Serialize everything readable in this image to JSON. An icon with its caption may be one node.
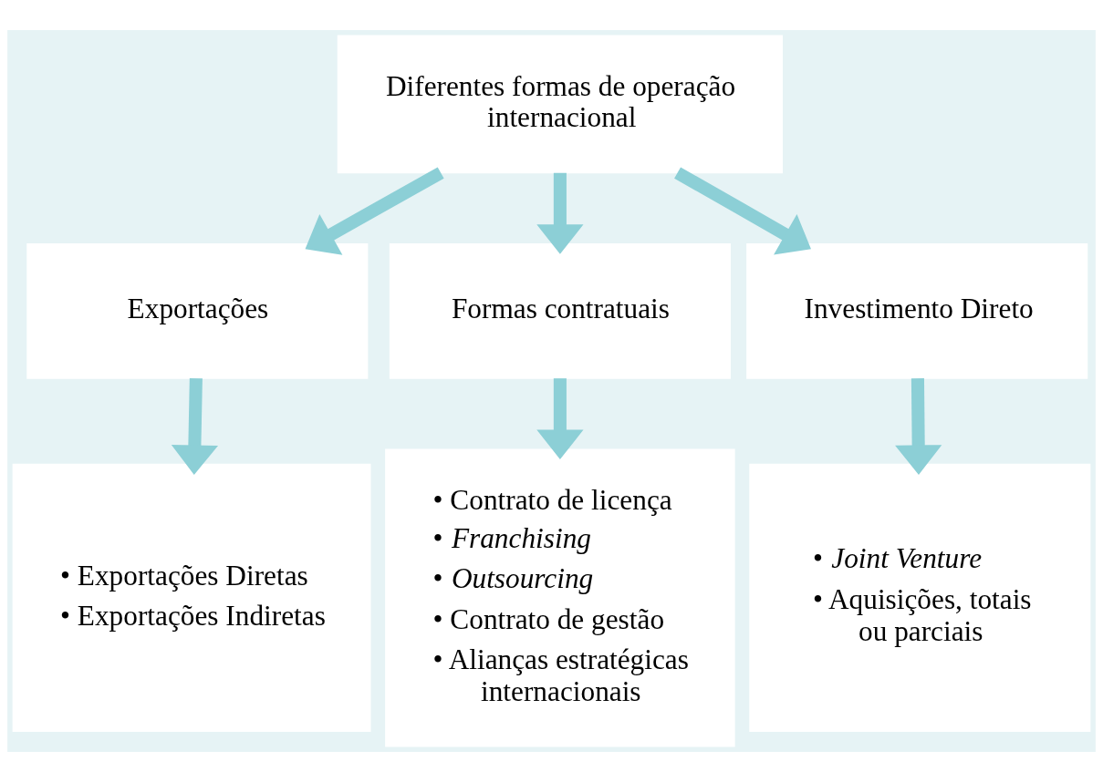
{
  "diagram": {
    "nodes": [
      {
        "text": [
          "Diferentes formas de operação internacional"
        ]
      },
      {
        "text": [
          "Exportações"
        ]
      },
      {
        "text": [
          "Formas contratuais"
        ]
      },
      {
        "text": [
          "Investimento Direto"
        ]
      },
      {
        "text": [
          "• Exportações Diretas",
          "• Exportações Indiretas"
        ]
      },
      {
        "text": [
          "• Contrato de licença",
          "• *Franchising*",
          "• *Outsourcing*",
          "• Contrato de gestão",
          "• Alianças estratégicas internacionais"
        ]
      },
      {
        "text": [
          "• *Joint Venture*",
          "• Aquisições, totais ou parciais"
        ]
      }
    ],
    "edges": [
      {
        "from": 0,
        "to": 1,
        "arrow": "to"
      },
      {
        "from": 0,
        "to": 2,
        "arrow": "to"
      },
      {
        "from": 0,
        "to": 3,
        "arrow": "to"
      },
      {
        "from": 1,
        "to": 4,
        "arrow": "to"
      },
      {
        "from": 2,
        "to": 5,
        "arrow": "to"
      },
      {
        "from": 3,
        "to": 6,
        "arrow": "to"
      }
    ]
  }
}
